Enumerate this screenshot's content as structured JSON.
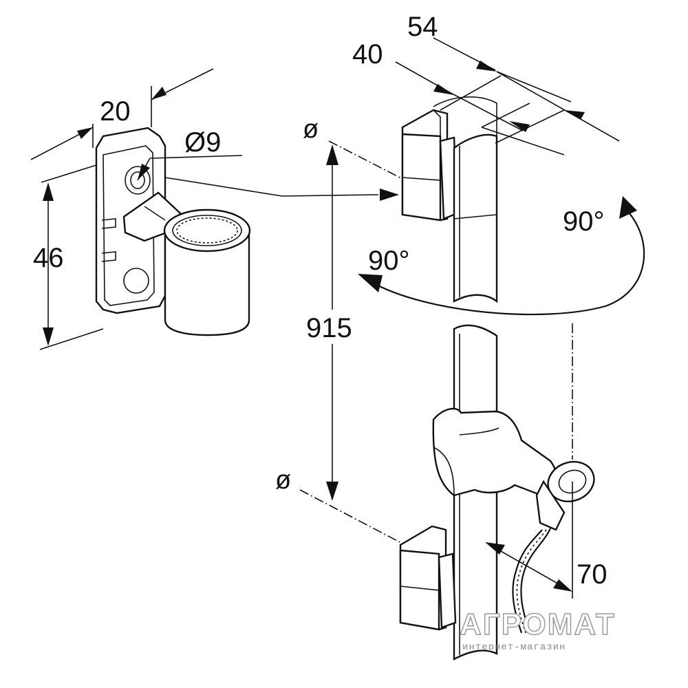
{
  "dimensions": {
    "width_20": "20",
    "diameter_9": "Ø9",
    "height_46": "46",
    "height_915": "915",
    "depth_40": "40",
    "depth_54": "54",
    "rotation_right": "90°",
    "rotation_left": "90°",
    "hose_70": "70"
  },
  "watermark": {
    "brand": "АГРОМАТ",
    "subtitle": "интернет-магазин"
  },
  "colors": {
    "line": "#111111",
    "background": "#ffffff",
    "watermark_outline": "#9a9a9a"
  }
}
